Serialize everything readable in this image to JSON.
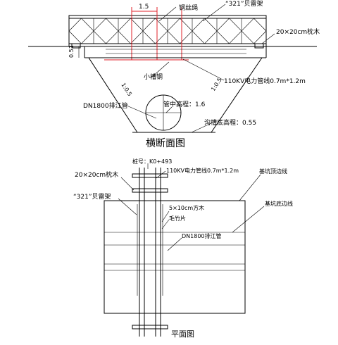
{
  "cross_section": {
    "title": "横断面图",
    "spacing_label": "1.5",
    "wire_rope_label": "钢丝绳",
    "bailey_label": "“321”贝雷架",
    "sleeper_label": "20×20cm枕木",
    "height_label": "0.51",
    "channel_label": "小槽钢",
    "power_label": "110KV电力管线0.7m*1.2m",
    "slope_left": "1:0.5",
    "slope_right": "1:0.5",
    "pipe_label": "DN1800排江管",
    "pipe_elev_label": "管中高程：1.6",
    "trench_elev_label": "沟槽底高程：0.55"
  },
  "plan": {
    "title": "平面图",
    "station_label": "桩号：K0+493",
    "power_label": "110KV电力管线0.7m*1.2m",
    "sleeper_label": "20×20cm枕木",
    "bailey_label": "“321”贝雷架",
    "pit_top_label": "基坑顶边线",
    "pit_bottom_label": "基坑底边线",
    "square_timber_label": "5×10cm方木",
    "bamboo_label": "毛竹片",
    "pipe_label": "DN1800排江管"
  }
}
